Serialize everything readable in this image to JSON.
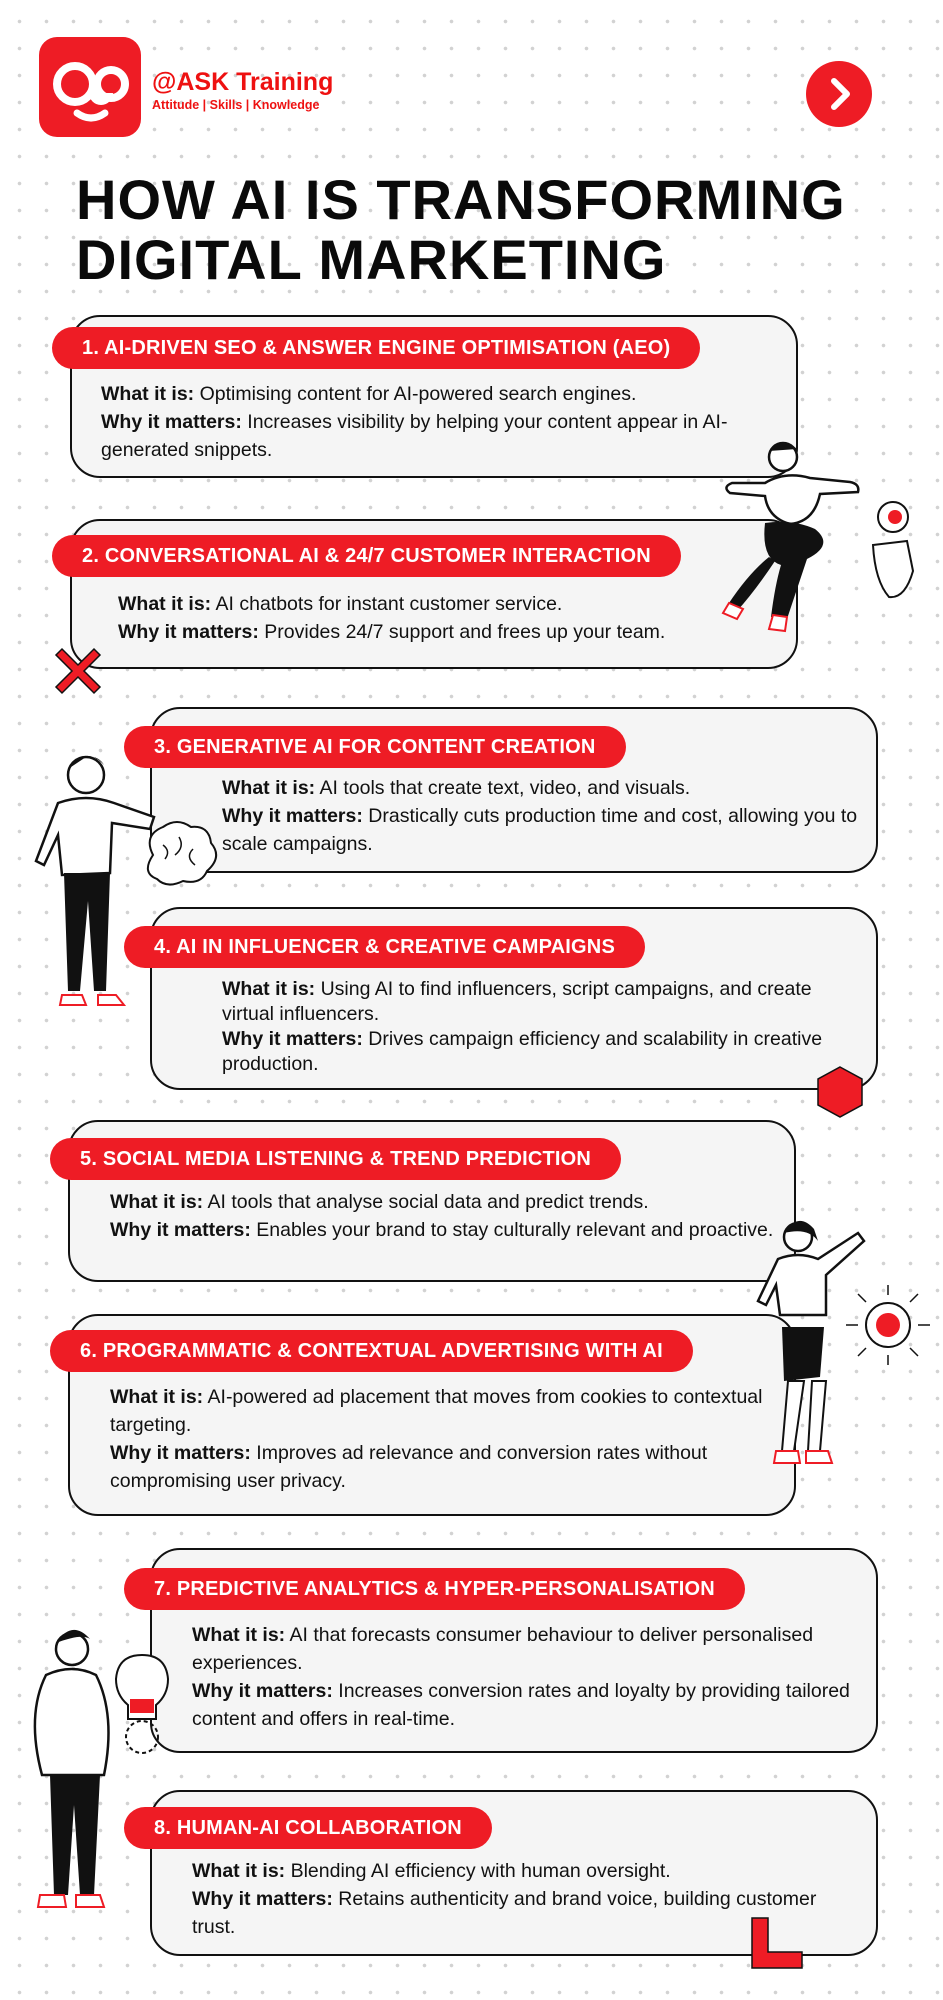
{
  "brand": {
    "name": "@ASK Training",
    "tagline": "Attitude | Skills | Knowledge",
    "logo_text": "aa"
  },
  "title": {
    "line1": "HOW AI IS TRANSFORMING",
    "line2": "DIGITAL MARKETING"
  },
  "labels": {
    "what": "What it is:",
    "why": "Why it matters:"
  },
  "sections": [
    {
      "heading": "1. AI-DRIVEN SEO & ANSWER ENGINE OPTIMISATION (AEO)",
      "what": "Optimising content for AI-powered search engines.",
      "why": "Increases visibility by helping your content appear in AI-generated snippets."
    },
    {
      "heading": "2. CONVERSATIONAL AI & 24/7 CUSTOMER INTERACTION",
      "what": "AI chatbots for instant customer service.",
      "why": "Provides 24/7 support and frees up your team."
    },
    {
      "heading": "3. GENERATIVE AI FOR CONTENT CREATION",
      "what": "AI tools that create text, video, and visuals.",
      "why": "Drastically cuts production time and cost, allowing you to scale campaigns."
    },
    {
      "heading": "4. AI IN INFLUENCER & CREATIVE CAMPAIGNS",
      "what": "Using AI to find influencers, script campaigns, and create virtual influencers.",
      "why": "Drives campaign efficiency and scalability in creative production."
    },
    {
      "heading": "5. SOCIAL MEDIA LISTENING & TREND PREDICTION",
      "what": "AI tools that analyse social data and predict trends.",
      "why": "Enables your brand to stay culturally relevant and proactive."
    },
    {
      "heading": "6. PROGRAMMATIC & CONTEXTUAL ADVERTISING WITH AI",
      "what": "AI-powered ad placement that moves from cookies to contextual targeting.",
      "why": "Improves ad relevance and conversion rates without compromising user privacy."
    },
    {
      "heading": "7. PREDICTIVE ANALYTICS & HYPER-PERSONALISATION",
      "what": "AI that forecasts consumer behaviour to deliver personalised experiences.",
      "why": "Increases conversion rates and loyalty by providing tailored content and offers in real-time."
    },
    {
      "heading": "8. HUMAN-AI COLLABORATION",
      "what": "Blending AI efficiency with human oversight.",
      "why": "Retains authenticity and brand voice, building customer trust."
    }
  ],
  "icons": {
    "next": "chevron-right-icon",
    "logo": "ask-training-logo"
  },
  "colors": {
    "accent": "#ee1c25",
    "card_bg": "#f5f5f5",
    "text": "#111111"
  }
}
